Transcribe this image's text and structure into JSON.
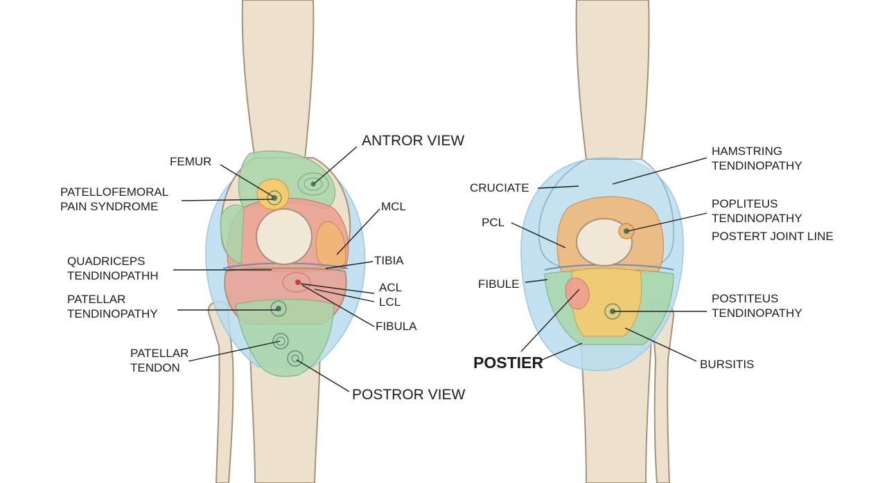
{
  "anterior_panel": {
    "title": "ANTROR VIEW",
    "bottom_title": "POSTROR VIEW",
    "labels": {
      "femur": "FEMUR",
      "patellofemoral_1": "PATELLOFEMORAL",
      "patellofemoral_2": "PAIN SYNDROME",
      "quadriceps_1": "QUADRICEPS",
      "quadriceps_2": "TENDINOPATHH",
      "patellar_tendinopathy_1": "PATELLAR",
      "patellar_tendinopathy_2": "TENDINOPATHY",
      "patellar_tendon_1": "PATELLAR",
      "patellar_tendon_2": "TENDON",
      "mcl": "MCL",
      "tibia": "TIBIA",
      "acl": "ACL",
      "lcl": "LCL",
      "fibula": "FIBULA"
    }
  },
  "posterior_panel": {
    "bottom_title": "POSTIER",
    "labels": {
      "cruciate": "CRUCIATE",
      "pcl": "PCL",
      "fibule": "FIBULE",
      "hamstring_1": "HAMSTRING",
      "hamstring_2": "TENDINOPATHY",
      "popliteus_1": "POPLITEUS",
      "popliteus_2": "TENDINOPATHY",
      "postert_joint_line": "POSTERT JOINT LINE",
      "postiteus_1": "POSTITEUS",
      "postiteus_2": "TENDINOPATHY",
      "bursitis": "BURSITIS"
    }
  },
  "colors": {
    "bone": "#ece1cd",
    "bone_outline": "#a3927a",
    "halo_blue": "#b8dcee",
    "zone_green": "#a9d6a9",
    "zone_red": "#ec9f91",
    "zone_orange": "#f1b673",
    "zone_yellow": "#f4cb6e",
    "patella": "#f0e7d6",
    "leader_line": "#1e1e1e"
  }
}
